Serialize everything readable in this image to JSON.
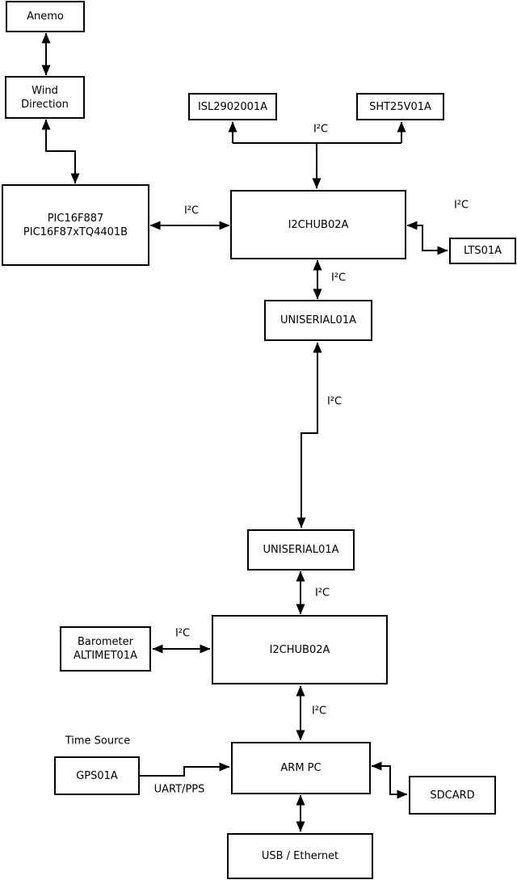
{
  "diagram_type": "hardware-block-diagram",
  "colors": {
    "background": "#ffffff",
    "stroke": "#000000",
    "text": "#000000"
  },
  "nodes": {
    "anemo": {
      "label": "Anemo"
    },
    "wind_direction": {
      "line1": "Wind",
      "line2": "Direction"
    },
    "pic": {
      "line1": "PIC16F887",
      "line2": "PIC16F87xTQ4401B"
    },
    "isl": {
      "label": "ISL2902001A"
    },
    "sht": {
      "label": "SHT25V01A"
    },
    "hub1": {
      "label": "I2CHUB02A"
    },
    "lts": {
      "label": "LTS01A"
    },
    "uniserial1": {
      "label": "UNISERIAL01A"
    },
    "uniserial2": {
      "label": "UNISERIAL01A"
    },
    "hub2": {
      "label": "I2CHUB02A"
    },
    "barometer": {
      "line1": "Barometer",
      "line2": "ALTIMET01A"
    },
    "arm_pc": {
      "label": "ARM PC"
    },
    "gps": {
      "label": "GPS01A"
    },
    "sdcard": {
      "label": "SDCARD"
    },
    "usb_ethernet": {
      "label": "USB / Ethernet"
    }
  },
  "annotations": {
    "i2c_sensor_bus": "I²C",
    "i2c_pic_hub1": "I²C",
    "i2c_hub1_lts": "I²C",
    "i2c_hub1_uniserial1": "I²C",
    "i2c_uniserial_link": "I²C",
    "i2c_uniserial2_hub2": "I²C",
    "i2c_barometer_hub2": "I²C",
    "i2c_hub2_armpc": "I²C",
    "time_source": "Time Source",
    "uart_pps": "UART/PPS"
  },
  "edges": [
    {
      "from": "anemo",
      "to": "wind_direction",
      "bidirectional": true,
      "label": ""
    },
    {
      "from": "wind_direction",
      "to": "pic",
      "bidirectional": true,
      "label": ""
    },
    {
      "from": "pic",
      "to": "hub1",
      "bidirectional": true,
      "label": "I²C"
    },
    {
      "from": "hub1",
      "to": "isl",
      "bidirectional": false,
      "label": "I²C"
    },
    {
      "from": "hub1",
      "to": "sht",
      "bidirectional": false,
      "label": "I²C"
    },
    {
      "from": "hub1",
      "to": "lts",
      "bidirectional": true,
      "label": "I²C"
    },
    {
      "from": "hub1",
      "to": "uniserial1",
      "bidirectional": true,
      "label": "I²C"
    },
    {
      "from": "uniserial1",
      "to": "uniserial2",
      "bidirectional": true,
      "label": "I²C"
    },
    {
      "from": "uniserial2",
      "to": "hub2",
      "bidirectional": true,
      "label": "I²C"
    },
    {
      "from": "barometer",
      "to": "hub2",
      "bidirectional": true,
      "label": "I²C"
    },
    {
      "from": "hub2",
      "to": "arm_pc",
      "bidirectional": true,
      "label": "I²C"
    },
    {
      "from": "gps",
      "to": "arm_pc",
      "bidirectional": false,
      "label": "UART/PPS"
    },
    {
      "from": "arm_pc",
      "to": "sdcard",
      "bidirectional": true,
      "label": ""
    },
    {
      "from": "arm_pc",
      "to": "usb_ethernet",
      "bidirectional": true,
      "label": ""
    }
  ]
}
